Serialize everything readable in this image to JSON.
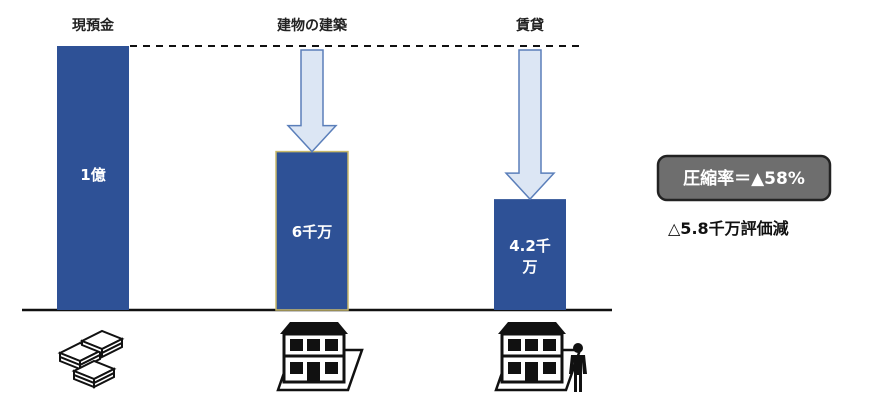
{
  "categories": [
    {
      "label": "現預金",
      "bar_text": [
        "1億"
      ],
      "value": 100,
      "icon": "money-stack-icon"
    },
    {
      "label": "建物の建築",
      "bar_text": [
        "6千万"
      ],
      "value": 60,
      "icon": "house-icon"
    },
    {
      "label": "賃貸",
      "bar_text": [
        "4.2千",
        "万"
      ],
      "value": 42,
      "icon": "rental-house-with-person-icon"
    }
  ],
  "badge": {
    "text": "圧縮率＝▲58%"
  },
  "reduction": {
    "text": "△5.8千万評価減"
  },
  "colors": {
    "bar": "#2e5196",
    "bar_border": "#c8b96a",
    "arrow_fill": "#dce6f4",
    "arrow_stroke": "#5b7fba",
    "badge_fill": "#6e6e6e",
    "badge_border": "#222222",
    "ground": "#111111"
  }
}
